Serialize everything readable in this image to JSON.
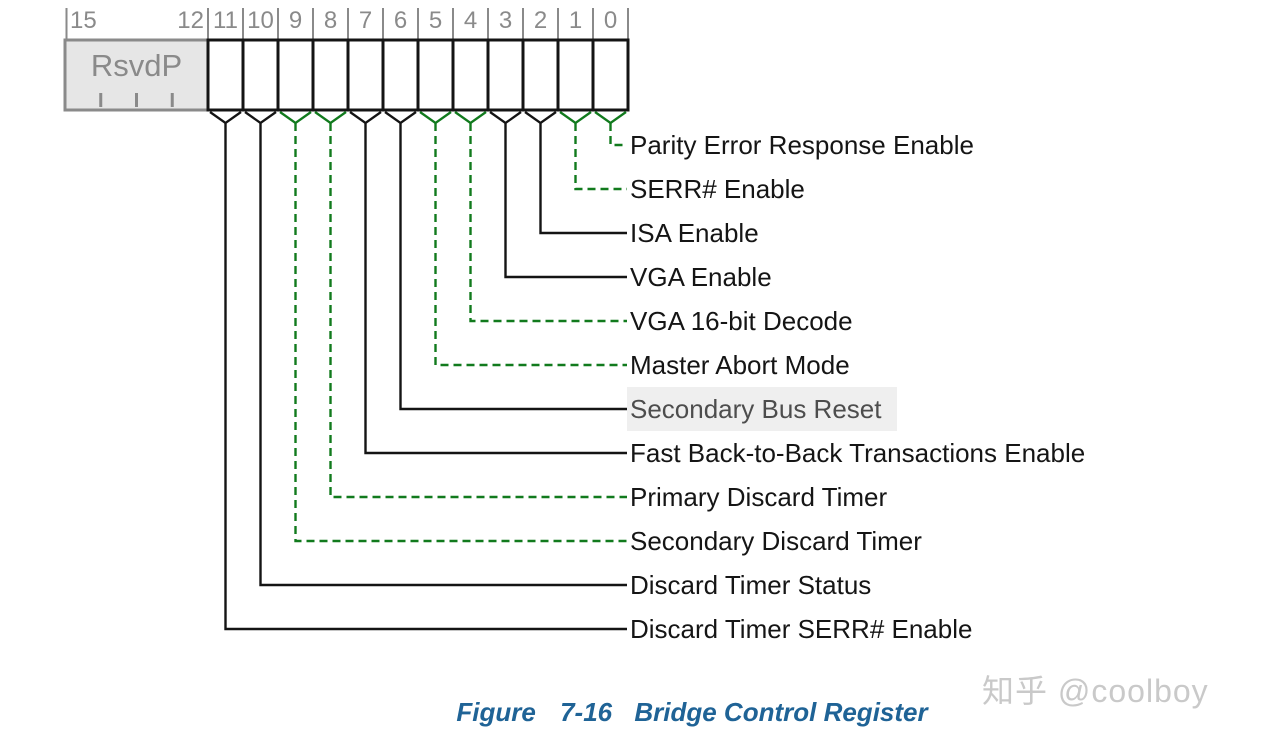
{
  "register": {
    "reserved_label": "RsvdP",
    "reserved_range_high": "15",
    "reserved_range_low": "12",
    "bit_numbers": [
      "11",
      "10",
      "9",
      "8",
      "7",
      "6",
      "5",
      "4",
      "3",
      "2",
      "1",
      "0"
    ]
  },
  "fields": [
    {
      "bit": 0,
      "label": "Parity Error Response Enable",
      "line_style": "green-dashed",
      "highlighted": false
    },
    {
      "bit": 1,
      "label": "SERR# Enable",
      "line_style": "green-dashed",
      "highlighted": false
    },
    {
      "bit": 2,
      "label": "ISA Enable",
      "line_style": "black-solid",
      "highlighted": false
    },
    {
      "bit": 3,
      "label": "VGA Enable",
      "line_style": "black-solid",
      "highlighted": false
    },
    {
      "bit": 4,
      "label": "VGA 16-bit Decode",
      "line_style": "green-dashed",
      "highlighted": false
    },
    {
      "bit": 5,
      "label": "Master Abort Mode",
      "line_style": "green-dashed",
      "highlighted": false
    },
    {
      "bit": 6,
      "label": "Secondary Bus Reset",
      "line_style": "black-solid",
      "highlighted": true
    },
    {
      "bit": 7,
      "label": "Fast Back-to-Back Transactions Enable",
      "line_style": "black-solid",
      "highlighted": false
    },
    {
      "bit": 8,
      "label": "Primary Discard Timer",
      "line_style": "green-dashed",
      "highlighted": false
    },
    {
      "bit": 9,
      "label": "Secondary Discard Timer",
      "line_style": "green-dashed",
      "highlighted": false
    },
    {
      "bit": 10,
      "label": "Discard Timer Status",
      "line_style": "black-solid",
      "highlighted": false
    },
    {
      "bit": 11,
      "label": "Discard Timer SERR# Enable",
      "line_style": "black-solid",
      "highlighted": false
    }
  ],
  "caption": {
    "prefix": "Figure",
    "number": "7-16",
    "title": "Bridge Control Register"
  },
  "watermark": {
    "text": "知乎 @coolboy"
  },
  "colors": {
    "line_black": "#141414",
    "line_green": "#117a1d",
    "cell_border": "#141414",
    "cell_fill": "#ffffff",
    "reserved_border": "#8a8a8a",
    "reserved_fill": "#e6e6e6",
    "muted_text": "#8a8a8a",
    "tick_gray": "#8a8a8a",
    "highlight_bg": "#efefef",
    "highlight_text": "#4d4d4d",
    "caption_blue": "#1f6396",
    "watermark_gray": "#c9c9c9"
  }
}
